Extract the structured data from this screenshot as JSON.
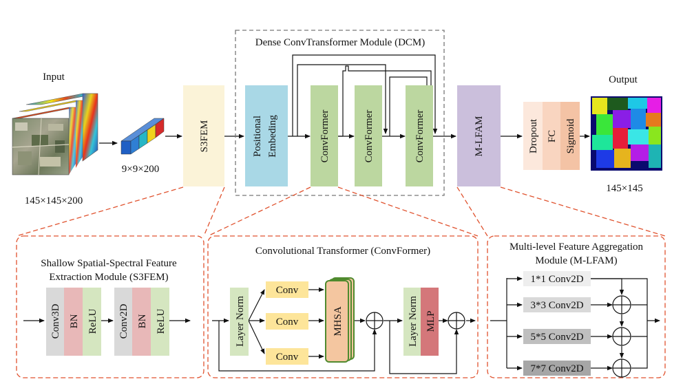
{
  "top": {
    "input_title": "Input",
    "input_dims": "145×145×200",
    "patch_dims": "9×9×200",
    "s3fem": "S3FEM",
    "dcm_title": "Dense ConvTransformer Module (DCM)",
    "positional_line1": "Positional",
    "positional_line2": "Embeding",
    "convformer": "ConvFormer",
    "mlfam": "M-LFAM",
    "dropout": "Dropout",
    "fc": "FC",
    "sigmoid": "Sigmoid",
    "output_title": "Output",
    "output_dims": "145×145"
  },
  "s3fem_detail": {
    "title_line1": "Shallow Spatial-Spectral Feature",
    "title_line2": "Extraction Module (S3FEM)",
    "conv3d": "Conv3D",
    "bn": "BN",
    "relu": "ReLU",
    "conv2d": "Conv2D"
  },
  "convformer_detail": {
    "title": "Convolutional Transformer (ConvFormer)",
    "layer_norm": "Layer Norm",
    "conv": "Conv",
    "mhsa": "MHSA",
    "mlp": "MLP"
  },
  "mlfam_detail": {
    "title_line1": "Multi-level Feature Aggregation",
    "title_line2": "Module (M-LFAM)",
    "branches": [
      "1*1 Conv2D",
      "3*3 Conv2D",
      "5*5 Conv2D",
      "7*7 Conv2D"
    ]
  },
  "colors": {
    "s3fem_block": "#fbf3d8",
    "positional_block": "#a9d8e6",
    "convformer_block": "#bcd7a0",
    "mlfam_block": "#cbbfdc",
    "dropout_block": "#fce8dc",
    "fc_block": "#f9d5c0",
    "sigmoid_block": "#f4c3a5",
    "conv3d": "#d9d9d9",
    "bn": "#e8b8b8",
    "relu": "#d5e6c0",
    "conv_yellow": "#fde59a",
    "mhsa": "#f4c6a0",
    "mhsa_border": "#4f8a2e",
    "mlp": "#d4777a",
    "red_dash": "#e0522e"
  }
}
